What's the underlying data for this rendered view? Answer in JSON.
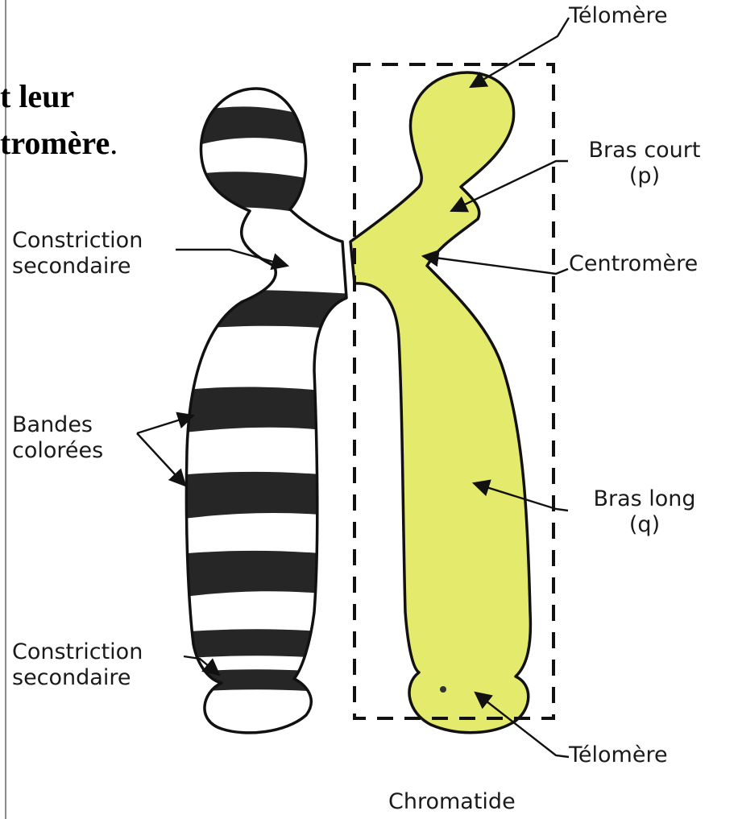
{
  "heading": {
    "line1": "t leur",
    "line2": "tromère",
    "line2_suffix": "."
  },
  "labels": {
    "telomere_top": "Télomère",
    "bras_court": [
      "Bras court",
      "(p)"
    ],
    "constriction_top": [
      "Constriction",
      "secondaire"
    ],
    "centromere": "Centromère",
    "bandes": [
      "Bandes",
      "colorées"
    ],
    "bras_long": [
      "Bras long",
      "(q)"
    ],
    "constriction_bottom": [
      "Constriction",
      "secondaire"
    ],
    "telomere_bottom": "Télomère",
    "chromatide": "Chromatide"
  },
  "colors": {
    "chromatid_fill": "#e3ea6c",
    "band_fill": "#262626",
    "outline": "#111111",
    "background": "#ffffff"
  }
}
